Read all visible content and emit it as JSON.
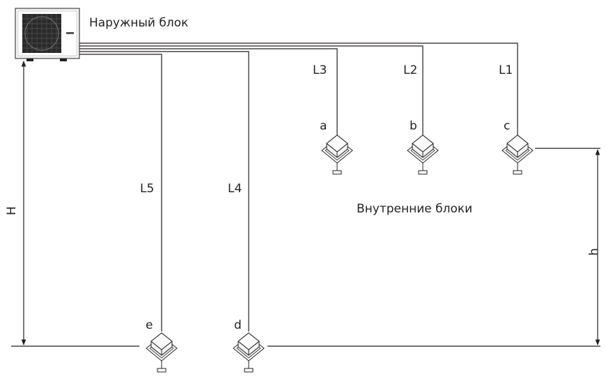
{
  "outdoor_unit": {
    "label": "Наружный блок",
    "icon": "outdoor-unit-icon"
  },
  "indoor_units": {
    "group_label": "Внутренние блоки",
    "units": [
      {
        "id": "a",
        "label": "a",
        "pipe_label": "L3"
      },
      {
        "id": "b",
        "label": "b",
        "pipe_label": "L2"
      },
      {
        "id": "c",
        "label": "c",
        "pipe_label": "L1"
      },
      {
        "id": "d",
        "label": "d",
        "pipe_label": "L4"
      },
      {
        "id": "e",
        "label": "e",
        "pipe_label": "L5"
      }
    ]
  },
  "dimensions": {
    "H": "H",
    "h": "h"
  },
  "colors": {
    "line": "#231f20",
    "unit_fill": "#ffffff",
    "unit_body": "#e6e6e6"
  }
}
